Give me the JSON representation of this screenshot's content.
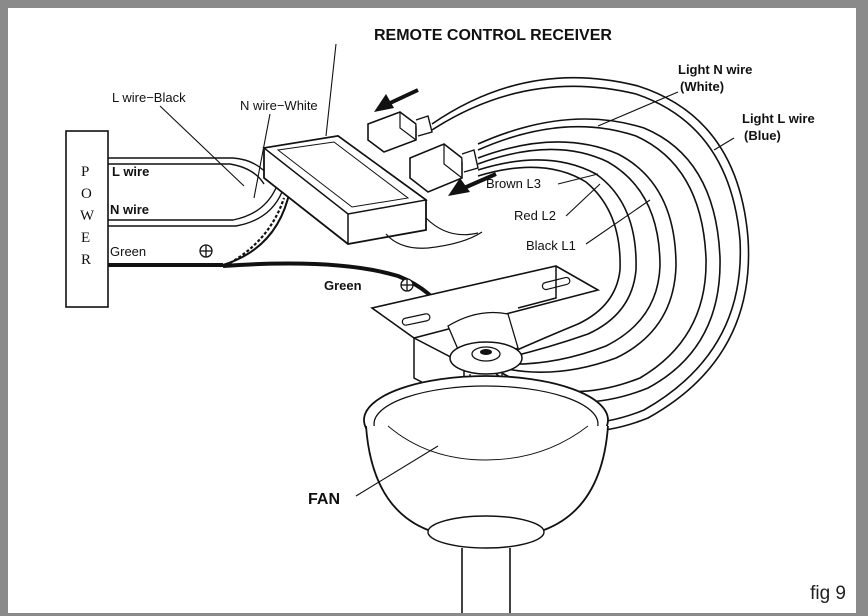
{
  "title": "REMOTE CONTROL RECEIVER",
  "power_box": {
    "letters": [
      "P",
      "O",
      "W",
      "E",
      "R"
    ]
  },
  "labels": {
    "l_wire_black": "L wire−Black",
    "n_wire_white": "N wire−White",
    "l_wire": "L wire",
    "n_wire": "N wire",
    "green": "Green",
    "green_lower": "Green",
    "light_n_wire": "Light  N wire",
    "light_n_color": "(White)",
    "light_l_wire": "Light  L wire",
    "light_l_color": "(Blue)",
    "brown_l3": "Brown L3",
    "red_l2": "Red L2",
    "black_l1": "Black L1",
    "fan": "FAN"
  },
  "figure_label": "fig 9",
  "colors": {
    "frame": "#8a8a8a",
    "line": "#111111",
    "background": "#ffffff"
  }
}
